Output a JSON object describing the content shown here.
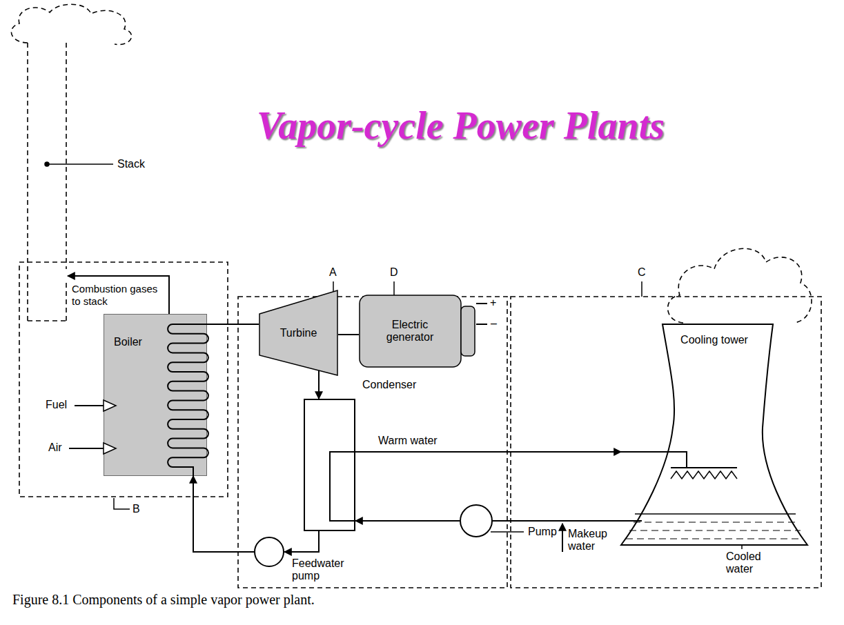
{
  "diagram": {
    "title": "Vapor-cycle Power Plants",
    "caption": "Figure 8.1 Components of a simple vapor power plant.",
    "nodes": [
      {
        "text": [
          "Boiler"
        ]
      },
      {
        "text": [
          "Turbine"
        ]
      },
      {
        "text": [
          "Electric generator"
        ]
      },
      {
        "text": [
          "Condenser"
        ]
      },
      {
        "text": [
          "Cooling tower"
        ]
      },
      {
        "text": [
          "Pump"
        ]
      },
      {
        "text": [
          "Feedwater pump"
        ]
      }
    ],
    "edges": [
      {
        "from": 0,
        "to": 1,
        "arrow": "none"
      },
      {
        "from": 1,
        "to": 2,
        "arrow": "none"
      },
      {
        "from": 1,
        "to": 3,
        "arrow": "to"
      },
      {
        "from": 3,
        "to": 6,
        "arrow": "to"
      },
      {
        "from": 6,
        "to": 0,
        "arrow": "to"
      },
      {
        "from": 3,
        "to": 4,
        "label": "Warm water",
        "arrow": "to"
      },
      {
        "from": 4,
        "to": 5,
        "arrow": "none"
      },
      {
        "from": 5,
        "to": 3,
        "arrow": "to"
      }
    ],
    "labels": [
      "Stack",
      "A",
      "D",
      "Combustion gases to stack",
      "C",
      "+",
      "–",
      "Fuel",
      "Air",
      "B",
      "Makeup water",
      "Cooled water"
    ]
  }
}
